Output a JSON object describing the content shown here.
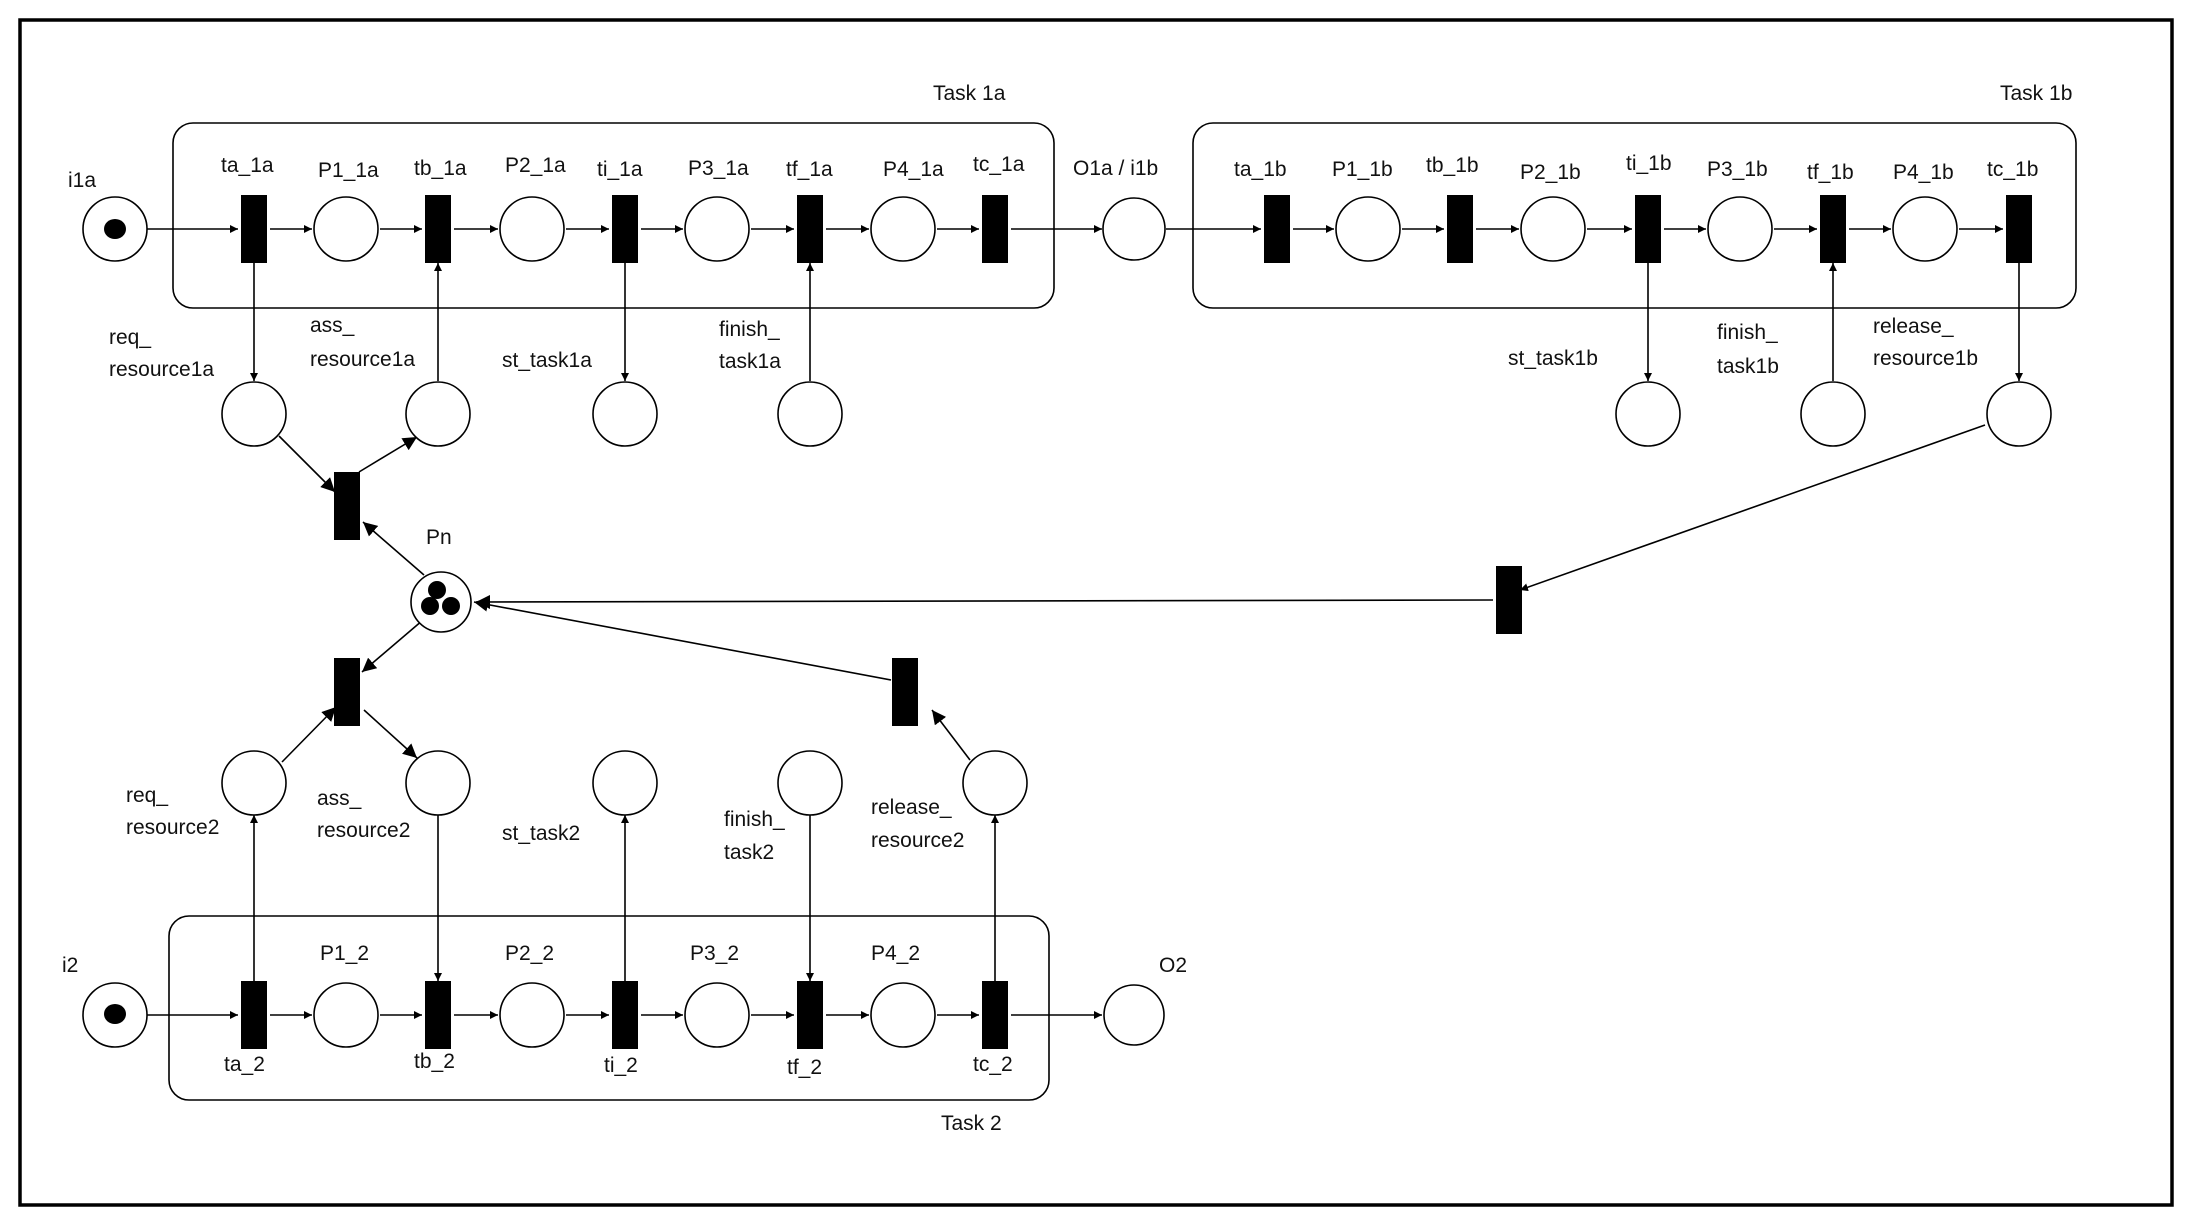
{
  "groups": {
    "task_1a": "Task 1a",
    "task_1b": "Task 1b",
    "task_2": "Task 2"
  },
  "places": {
    "i1a": "i1a",
    "p1_1a": "P1_1a",
    "p2_1a": "P2_1a",
    "p3_1a": "P3_1a",
    "p4_1a": "P4_1a",
    "o1a_i1b": "O1a / i1b",
    "p1_1b": "P1_1b",
    "p2_1b": "P2_1b",
    "p3_1b": "P3_1b",
    "p4_1b": "P4_1b",
    "req_resource1a": [
      "req_",
      "resource1a"
    ],
    "ass_resource1a": [
      "ass_",
      "resource1a"
    ],
    "st_task1a": "st_task1a",
    "finish_task1a": [
      "finish_",
      "task1a"
    ],
    "st_task1b": "st_task1b",
    "finish_task1b": [
      "finish_",
      "task1b"
    ],
    "release_resource1b": [
      "release_",
      "resource1b"
    ],
    "pn": "Pn",
    "req_resource2": [
      "req_",
      "resource2"
    ],
    "ass_resource2": [
      "ass_",
      "resource2"
    ],
    "st_task2": "st_task2",
    "finish_task2": [
      "finish_",
      "task2"
    ],
    "release_resource2": [
      "release_",
      "resource2"
    ],
    "i2": "i2",
    "p1_2": "P1_2",
    "p2_2": "P2_2",
    "p3_2": "P3_2",
    "p4_2": "P4_2",
    "o2": "O2"
  },
  "transitions": {
    "ta_1a": "ta_1a",
    "tb_1a": "tb_1a",
    "ti_1a": "ti_1a",
    "tf_1a": "tf_1a",
    "tc_1a": "tc_1a",
    "ta_1b": "ta_1b",
    "tb_1b": "tb_1b",
    "ti_1b": "ti_1b",
    "tf_1b": "tf_1b",
    "tc_1b": "tc_1b",
    "ta_2": "ta_2",
    "tb_2": "tb_2",
    "ti_2": "ti_2",
    "tf_2": "tf_2",
    "tc_2": "tc_2"
  },
  "marking": {
    "i1a": 1,
    "i2": 1,
    "pn": 3
  }
}
